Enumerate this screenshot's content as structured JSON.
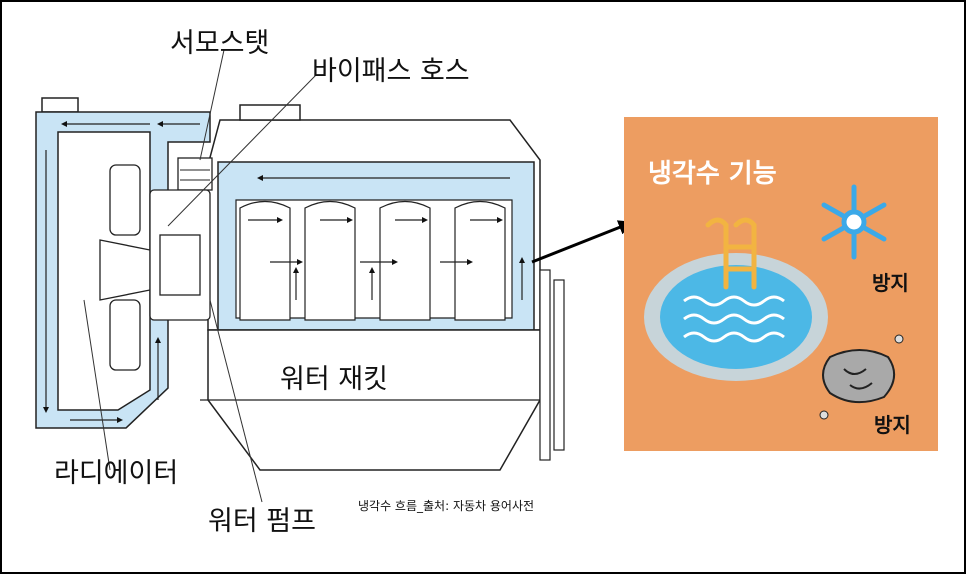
{
  "labels": {
    "thermostat": "서모스탯",
    "bypass_hose": "바이패스 호스",
    "water_jacket": "워터 재킷",
    "radiator": "라디에이터",
    "water_pump": "워터 펌프"
  },
  "caption": "냉각수 흐름_출처: 자동차 용어사전",
  "panel": {
    "title": "냉각수 기능",
    "prevent_freeze": "방지",
    "prevent_rust": "방지",
    "icons": [
      "swimming-pool-icon",
      "snowflake-icon",
      "rust-rock-icon"
    ]
  },
  "colors": {
    "coolant": "#c9e4f5",
    "panel_bg": "#ed9d61",
    "pool_water": "#4cb8e6",
    "snowflake": "#3ba9e8",
    "ladder": "#f2b441"
  }
}
